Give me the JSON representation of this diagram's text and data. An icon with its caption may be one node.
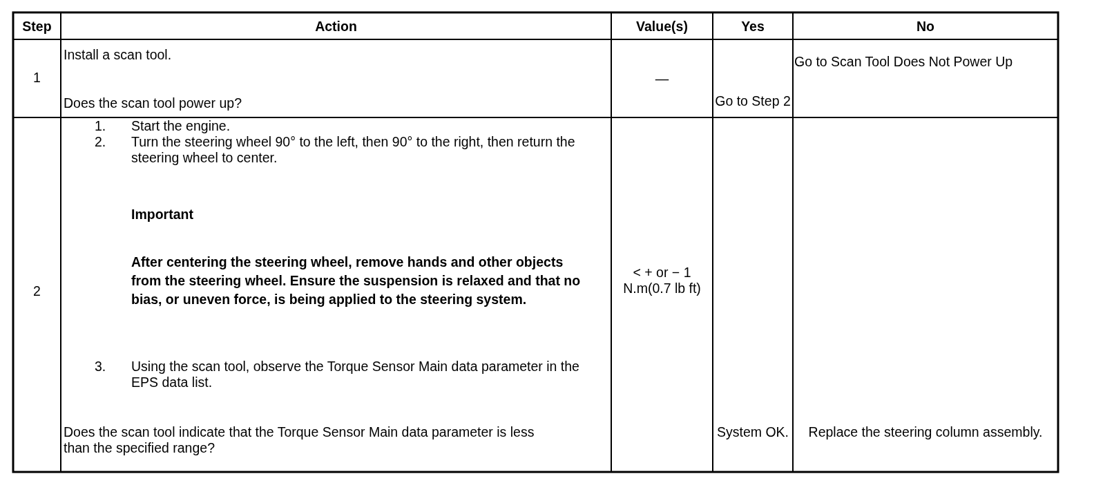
{
  "diagram": {
    "labels": [
      "Step",
      "Action",
      "Value(s)",
      "Yes",
      "No",
      "1",
      "Install a scan tool.",
      "Does the scan tool power up?",
      "—",
      "Go to Step 2",
      "Go to Scan Tool Does Not Power Up",
      "2",
      "1.",
      "Start the engine.",
      "2.",
      "Turn the steering wheel 90° to the left, then 90° to the right, then return the steering wheel to center.",
      "Important",
      "After centering the steering wheel, remove hands and other objects from the steering wheel. Ensure the suspension is relaxed and that no bias, or uneven force, is being applied to the steering system.",
      "3.",
      "Using the scan tool, observe the Torque Sensor Main data parameter in the EPS data list.",
      "Does the scan tool indicate that the Torque Sensor Main data parameter is less than the specified range?",
      "< + or − 1 N.m(0.7 lb ft)",
      "System OK.",
      "Replace the steering column assembly."
    ]
  }
}
